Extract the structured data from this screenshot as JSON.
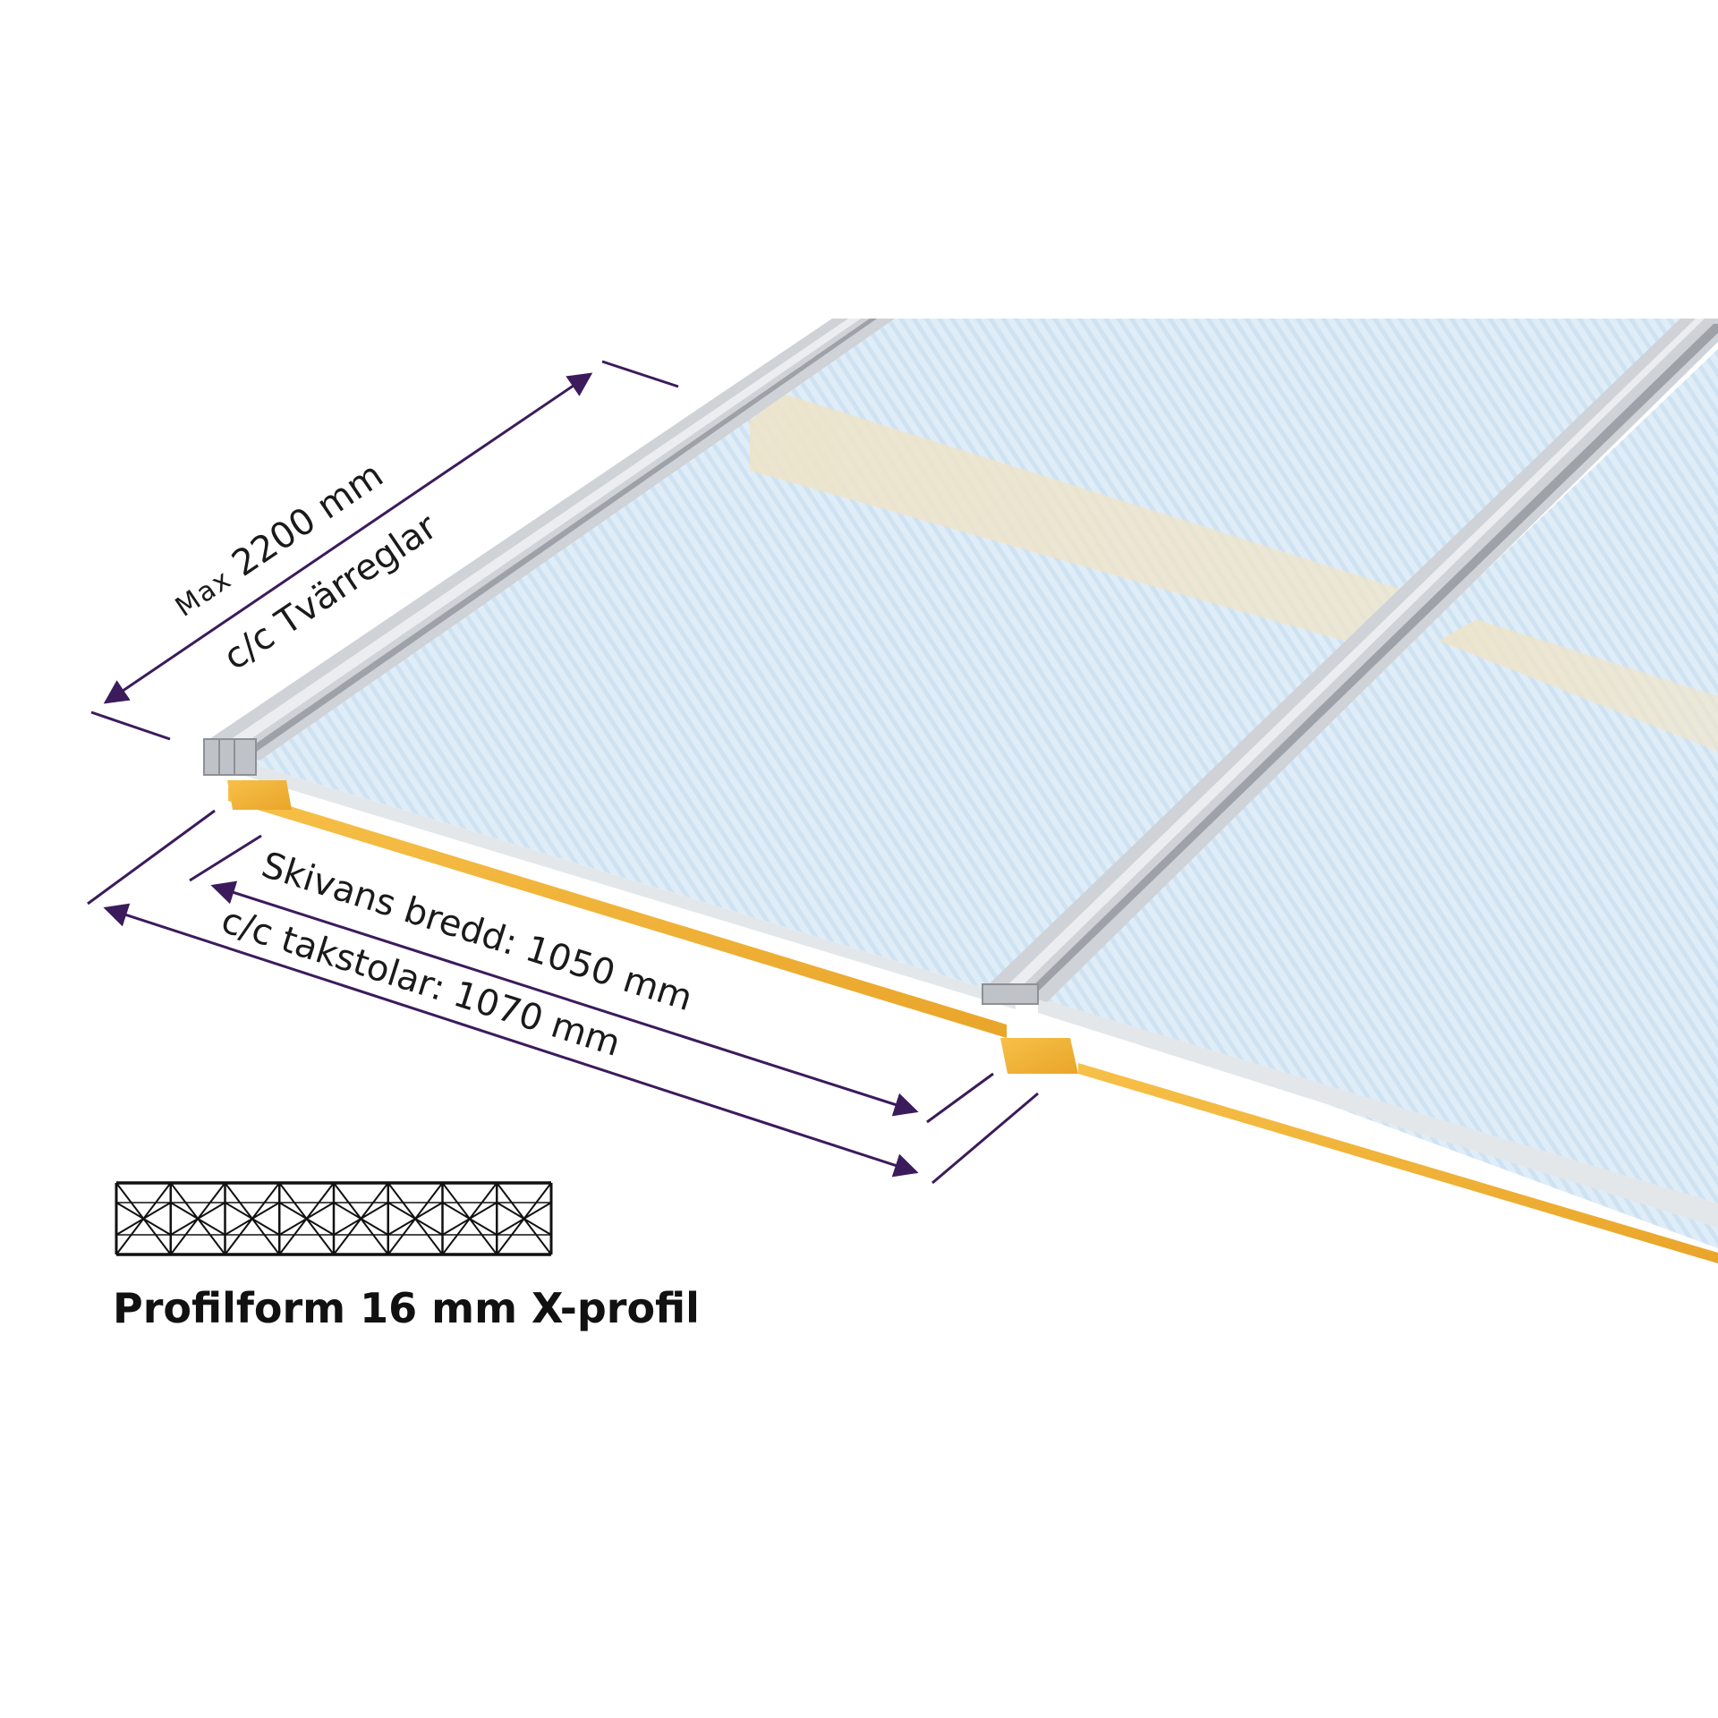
{
  "labels": {
    "max_prefix": "Max",
    "max_value": "2200 mm",
    "cc_crossbars": "c/c Tvärreglar",
    "sheet_width": "Skivans bredd: 1050 mm",
    "cc_rafters": "c/c takstolar: 1070 mm",
    "profile_caption": "Profilform 16 mm X-profil"
  },
  "colors": {
    "dimension_line": "#3b1b5c",
    "wood": "#f3b33a",
    "panel": "#dcebf7",
    "profile_metal": "#d4d6da"
  }
}
